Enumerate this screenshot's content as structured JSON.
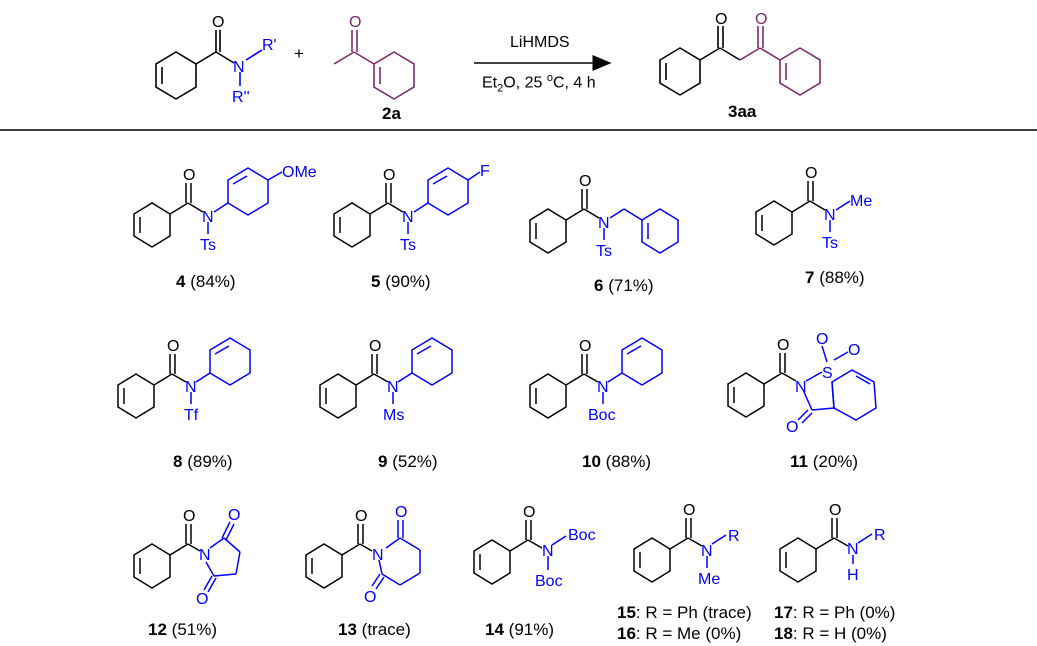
{
  "reaction": {
    "reagent": "LiHMDS",
    "conditions": "Et2O, 25 oC, 4 h",
    "plus": "+",
    "ketone_label": "2a",
    "product_label": "3aa",
    "amide_groups": {
      "r1": "R'",
      "r2": "R''"
    }
  },
  "atoms": {
    "O": "O",
    "N": "N",
    "H": "H",
    "S": "S",
    "Ts": "Ts",
    "Tf": "Tf",
    "Ms": "Ms",
    "Boc": "Boc",
    "Me": "Me",
    "OMe": "OMe",
    "F": "F",
    "R": "R"
  },
  "compounds": [
    {
      "num": "4",
      "yield": "(84%)"
    },
    {
      "num": "5",
      "yield": "(90%)"
    },
    {
      "num": "6",
      "yield": "(71%)"
    },
    {
      "num": "7",
      "yield": "(88%)"
    },
    {
      "num": "8",
      "yield": "(89%)"
    },
    {
      "num": "9",
      "yield": "(52%)"
    },
    {
      "num": "10",
      "yield": "(88%)"
    },
    {
      "num": "11",
      "yield": "(20%)"
    },
    {
      "num": "12",
      "yield": "(51%)"
    },
    {
      "num": "13",
      "yield": "(trace)"
    },
    {
      "num": "14",
      "yield": "(91%)"
    }
  ],
  "rgroup_entries": [
    {
      "num": "15",
      "text": ": R = Ph (trace)"
    },
    {
      "num": "16",
      "text": ": R = Me (0%)"
    },
    {
      "num": "17",
      "text": ": R = Ph (0%)"
    },
    {
      "num": "18",
      "text": ": R = H (0%)"
    }
  ],
  "colors": {
    "substituent": "#0000ff",
    "ketone": "#7a2a6b",
    "bond": "#000000"
  }
}
